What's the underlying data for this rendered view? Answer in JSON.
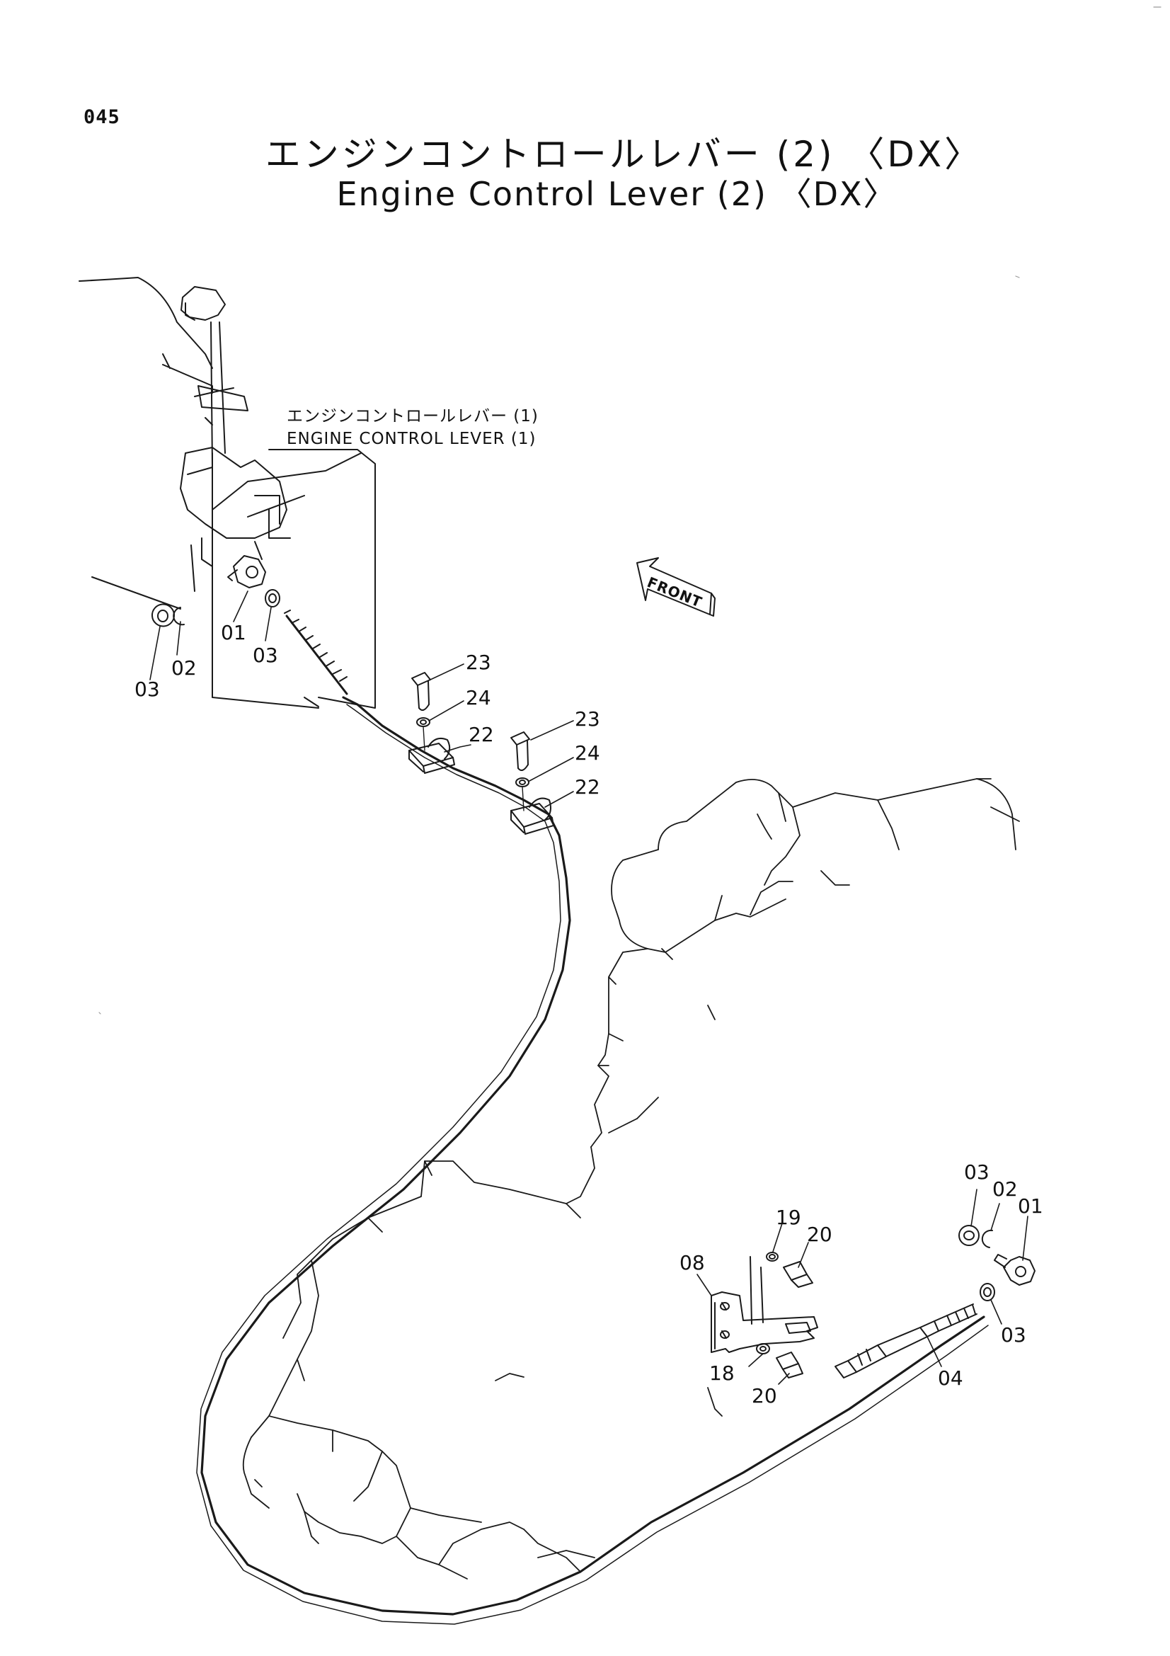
{
  "page": {
    "number": "045",
    "title_jp": "エンジンコントロールレバー (2) 〈DX〉",
    "title_en": "Engine Control Lever (2) 〈DX〉"
  },
  "reference_label": {
    "jp": "エンジンコントロールレバー (1)",
    "en": "ENGINE CONTROL LEVER (1)"
  },
  "front_arrow": "FRONT",
  "callouts": {
    "c01a": "01",
    "c02a": "02",
    "c03a": "03",
    "c03b": "03",
    "c23a": "23",
    "c24a": "24",
    "c22a": "22",
    "c23b": "23",
    "c24b": "24",
    "c22b": "22",
    "c03c": "03",
    "c02b": "02",
    "c01b": "01",
    "c19": "19",
    "c20a": "20",
    "c08": "08",
    "c03d": "03",
    "c04": "04",
    "c18": "18",
    "c20b": "20"
  }
}
